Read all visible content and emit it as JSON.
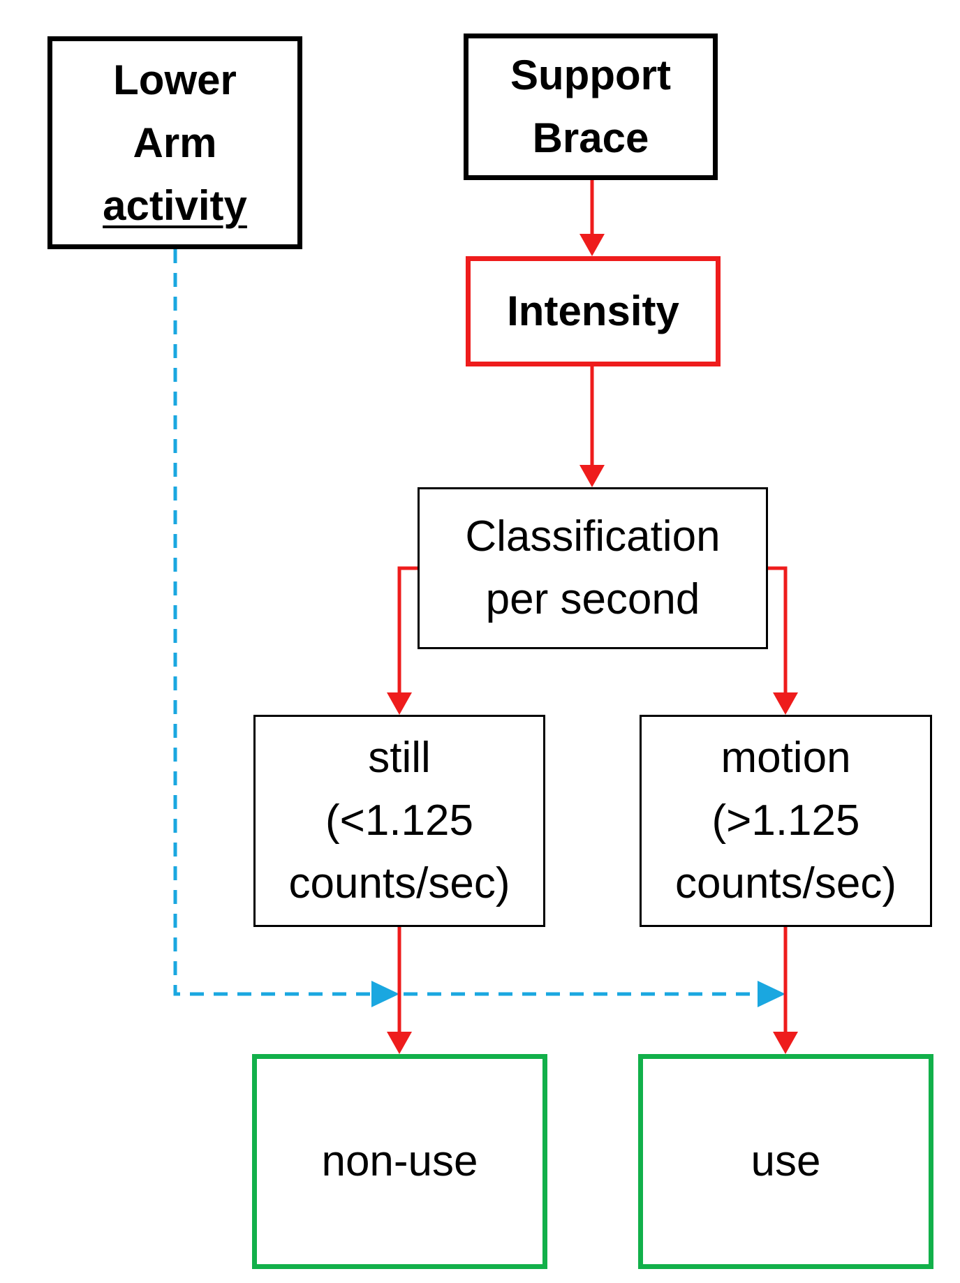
{
  "colors": {
    "black": "#000000",
    "red": "#ee1c1c",
    "green": "#12b04a",
    "blue": "#1aa7e0"
  },
  "nodes": {
    "lower_arm": {
      "line1": "Lower",
      "line2": "Arm",
      "line3": "activity"
    },
    "support_brace": {
      "line1": "Support",
      "line2": "Brace"
    },
    "intensity": {
      "label": "Intensity"
    },
    "classification": {
      "line1": "Classification",
      "line2": "per second"
    },
    "still": {
      "line1": "still",
      "line2": "(<1.125",
      "line3": "counts/sec)"
    },
    "motion": {
      "line1": "motion",
      "line2": "(>1.125",
      "line3": "counts/sec)"
    },
    "non_use": {
      "label": "non-use"
    },
    "use": {
      "label": "use"
    }
  }
}
